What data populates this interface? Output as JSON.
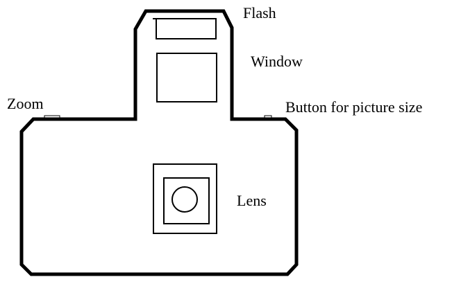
{
  "labels": {
    "flash": "Flash",
    "window": "Window",
    "zoom": "Zoom",
    "picture_size_button": "Button for picture size",
    "lens": "Lens"
  },
  "colors": {
    "stroke": "#000000",
    "background": "#ffffff"
  }
}
